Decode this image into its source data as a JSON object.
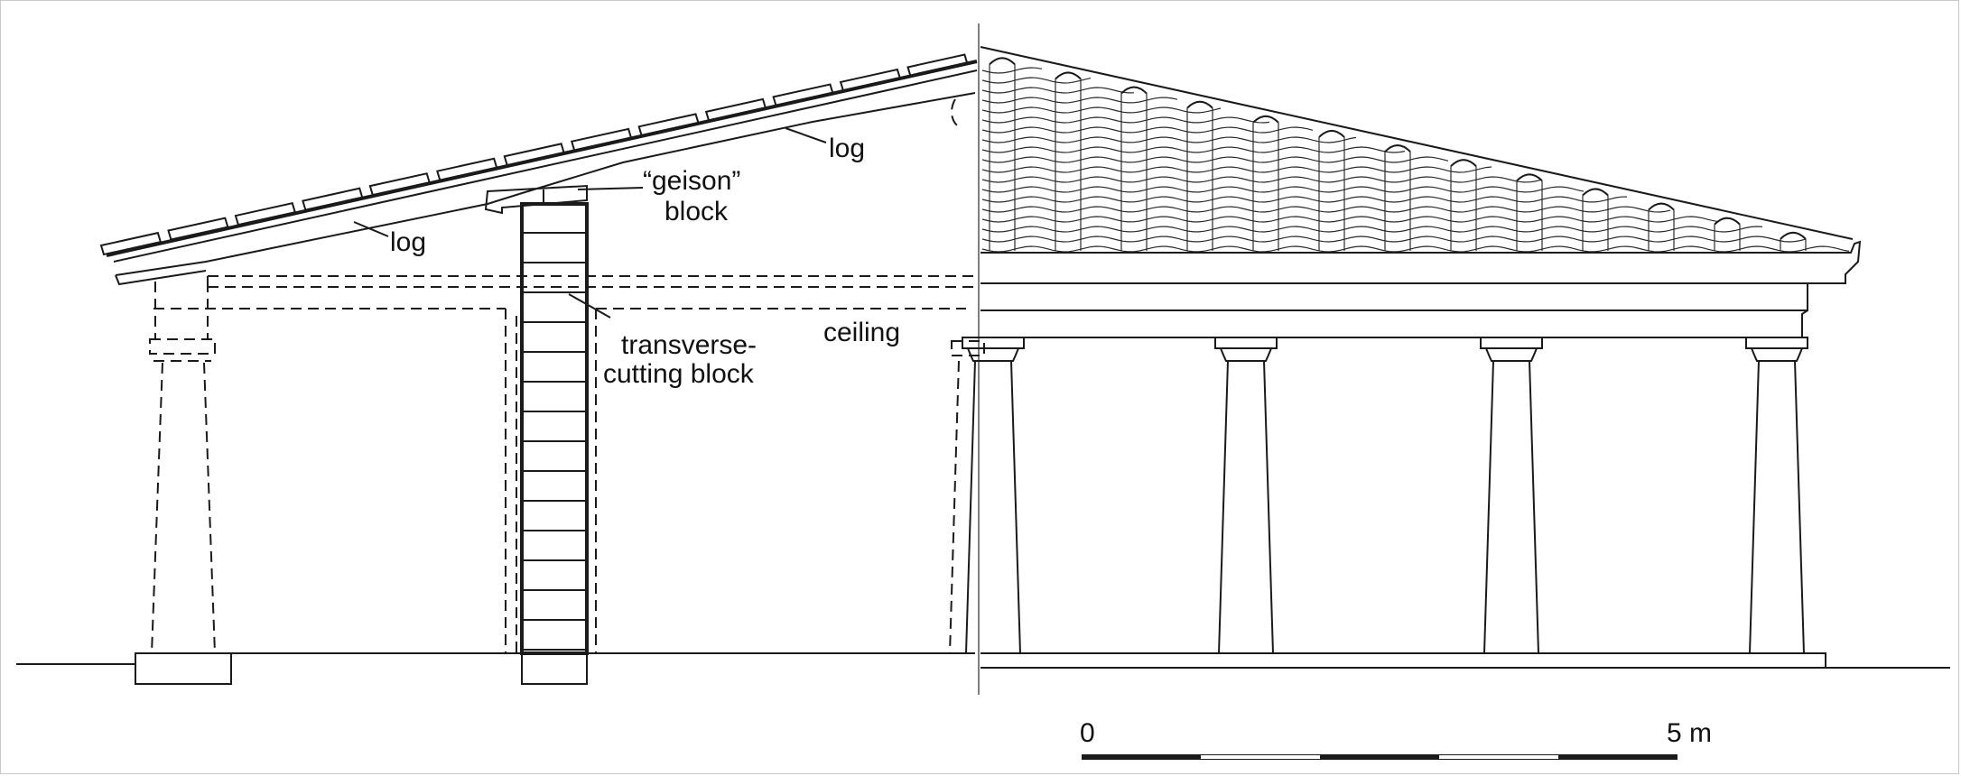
{
  "labels": {
    "log_upper": "log",
    "log_lower": "log",
    "geison_line1": "“geison”",
    "geison_line2": "block",
    "transverse_line1": "transverse-",
    "transverse_line2": "cutting block",
    "ceiling": "ceiling"
  },
  "scale_bar": {
    "start_label": "0",
    "end_label": "5 m"
  },
  "colors": {
    "ink": "#1a1a1a",
    "background": "#ffffff"
  }
}
